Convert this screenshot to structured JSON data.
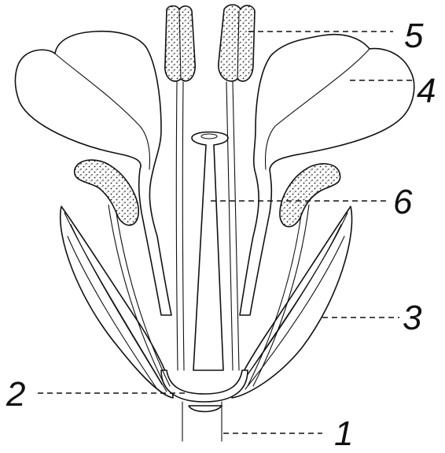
{
  "figure": {
    "labels": [
      {
        "id": "l1",
        "text": "1"
      },
      {
        "id": "l2",
        "text": "2"
      },
      {
        "id": "l3",
        "text": "3"
      },
      {
        "id": "l4",
        "text": "4"
      },
      {
        "id": "l5",
        "text": "5"
      },
      {
        "id": "l6",
        "text": "6"
      }
    ],
    "colors": {
      "ink": "#111111",
      "background": "#ffffff"
    }
  }
}
